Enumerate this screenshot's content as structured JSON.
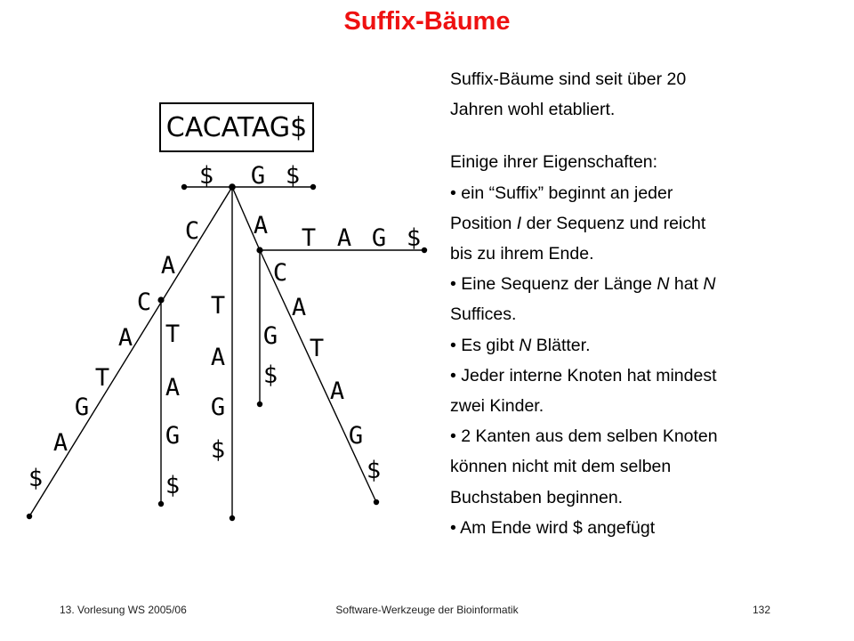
{
  "title": "Suffix-Bäume",
  "sequence": "CACATAG$",
  "intro": [
    "Suffix-Bäume sind seit über 20",
    "Jahren wohl etabliert."
  ],
  "properties_heading": "Einige ihrer Eigenschaften:",
  "properties": [
    [
      "• ein “Suffix” beginnt an jeder",
      "Position ",
      "I",
      " der Sequenz und reicht",
      "bis zu ihrem Ende."
    ],
    [
      "• Eine Sequenz der Länge ",
      "N",
      " hat ",
      "N",
      "Suffices."
    ],
    [
      "• Es gibt ",
      "N",
      " Blätter."
    ],
    [
      "• Jeder interne Knoten hat mindest",
      "zwei Kinder."
    ],
    [
      "• 2 Kanten aus dem selben Knoten",
      "können nicht mit dem selben",
      "Buchstaben beginnen."
    ],
    [
      "• Am Ende wird $ angefügt"
    ]
  ],
  "tree": {
    "top_edge_labels": [
      "$",
      "G",
      "$"
    ],
    "left_branch_labels": [
      "C",
      "A",
      "C",
      "A",
      "T",
      "G",
      "A",
      "$"
    ],
    "left_sub_branch_labels": [
      "T",
      "A",
      "G",
      "$"
    ],
    "middle_branch_labels": [
      "T",
      "A",
      "G",
      "$"
    ],
    "a_edge_label": "A",
    "tag_edge_labels": [
      "T",
      "A",
      "G",
      "$"
    ],
    "c_branch_labels": [
      "C",
      "A",
      "T",
      "A",
      "G",
      "$"
    ],
    "g_branch_labels": [
      "G",
      "$"
    ]
  },
  "footer": {
    "left": "13. Vorlesung WS 2005/06",
    "center": "Software-Werkzeuge  der Bioinformatik",
    "right": "132"
  }
}
